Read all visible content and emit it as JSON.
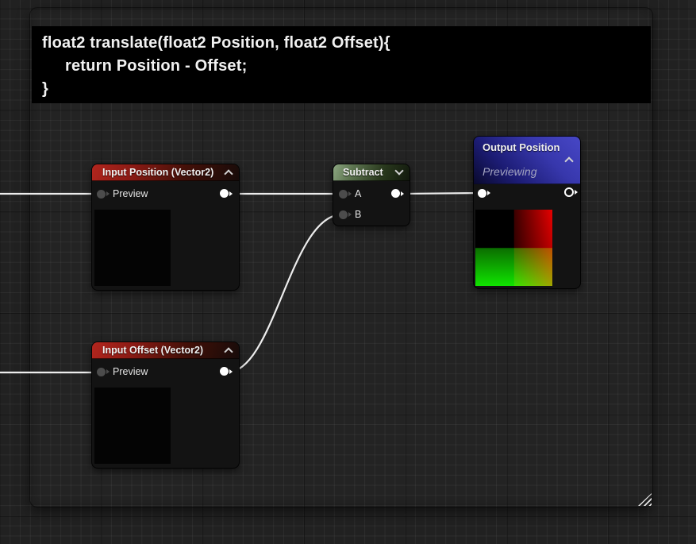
{
  "code_block": {
    "line1": "float2 translate(float2 Position, float2 Offset){",
    "line2": "return Position - Offset;",
    "line3": "}"
  },
  "nodes": {
    "input_position": {
      "title": "Input Position (Vector2)",
      "preview_pin_label": "Preview"
    },
    "input_offset": {
      "title": "Input Offset (Vector2)",
      "preview_pin_label": "Preview"
    },
    "subtract": {
      "title": "Subtract",
      "pin_a_label": "A",
      "pin_b_label": "B"
    },
    "output_position": {
      "title": "Output Position",
      "status_label": "Previewing"
    }
  },
  "icons": {
    "collapse_expanded": "chevron-up",
    "collapse_collapsible": "chevron-down",
    "panel_resize": "resize-grip"
  },
  "colors": {
    "canvas_bg": "#212121",
    "grid_minor": "#2e2e2e",
    "grid_major": "#101010",
    "header_input": "#9e211a",
    "header_subtract": "#5d7550",
    "header_output": "#3737ac",
    "wire": "#ededed",
    "code_bg": "#000000",
    "code_text": "#f1f1f1"
  }
}
